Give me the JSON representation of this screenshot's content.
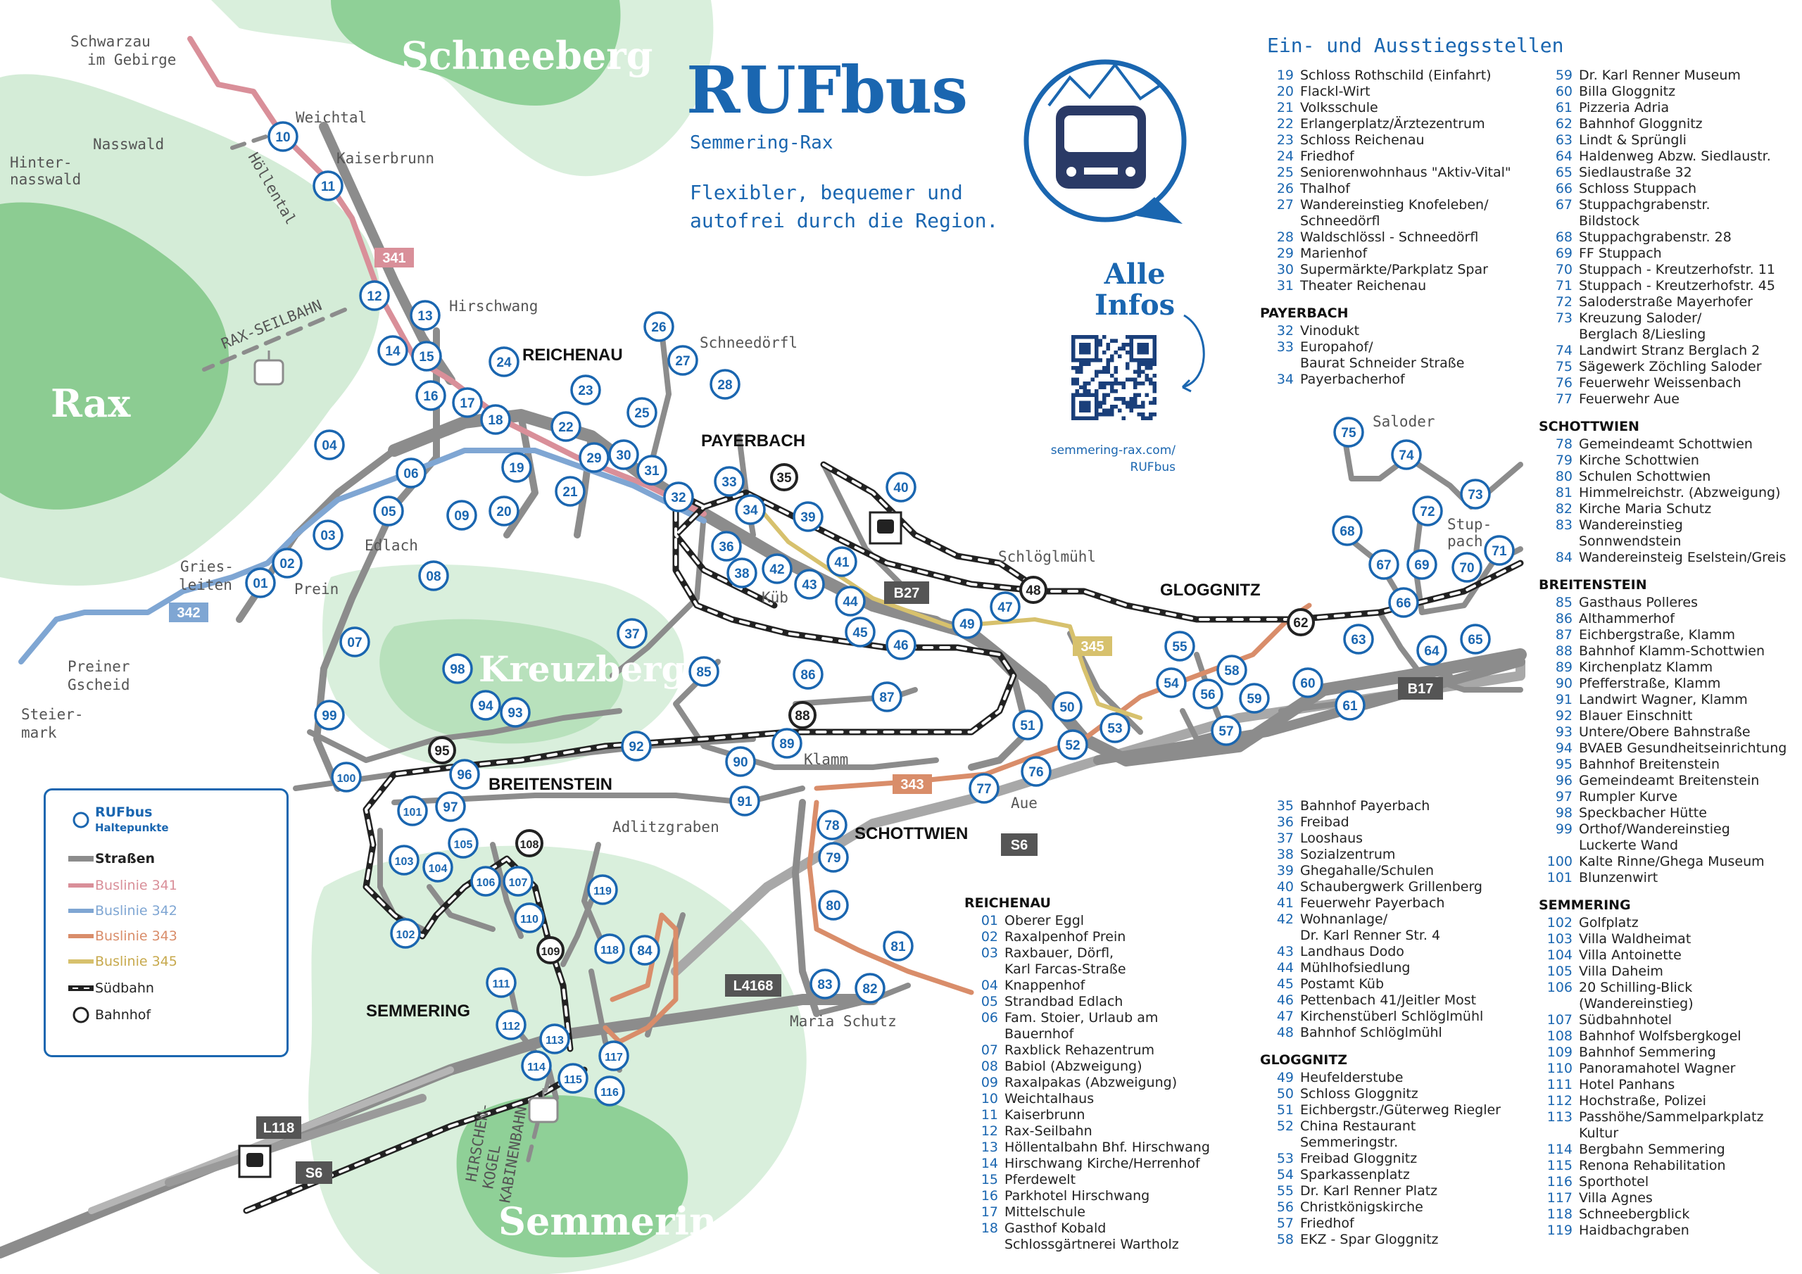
{
  "title": "RUFbus",
  "subtitle": "Semmering-Rax",
  "tagline": [
    "Flexibler, bequemer und",
    "autofrei durch die Region."
  ],
  "info": {
    "heading": [
      "Alle",
      "Infos"
    ],
    "url": [
      "semmering-rax.com/",
      "RUFbus"
    ]
  },
  "list_heading": "Ein- und Ausstiegsstellen",
  "colors": {
    "blue": "#1a66b0",
    "line341": "#d98f99",
    "line342": "#7fa6d3",
    "line343": "#d98d6a",
    "line345": "#d7c16d",
    "road": "#8c8c8c",
    "green": "#8dcf93"
  },
  "legend": {
    "stop_title": "RUFbus",
    "stop_sub": "Haltepunkte",
    "roads": "Straßen",
    "line341": "Buslinie 341",
    "line342": "Buslinie 342",
    "line343": "Buslinie 343",
    "line345": "Buslinie 345",
    "railway": "Südbahn",
    "station": "Bahnhof"
  },
  "map_labels": {
    "mountains": {
      "schneeberg": "Schneeberg",
      "rax": "Rax",
      "kreuzberg": "Kreuzberg",
      "semmering": "Semmering"
    },
    "towns": {
      "reichenau": "REICHENAU",
      "payerbach": "PAYERBACH",
      "gloggnitz": "GLOGGNITZ",
      "breitenstein": "BREITENSTEIN",
      "schottwien": "SCHOTTWIEN",
      "semmering": "SEMMERING"
    },
    "places": {
      "schwarzau": [
        "Schwarzau",
        "im Gebirge"
      ],
      "weichtal": "Weichtal",
      "nasswald": "Nasswald",
      "hinternasswald": [
        "Hinter-",
        "nasswald"
      ],
      "kaiserbrunn": "Kaiserbrunn",
      "hoellental": "Höllental",
      "hirschwang": "Hirschwang",
      "schneedoerfl": "Schneedörfl",
      "raxseilbahn": "RAX-SEILBAHN",
      "edlach": "Edlach",
      "griesleiten": [
        "Gries-",
        "leiten"
      ],
      "prein": "Prein",
      "preinergscheid": [
        "Preiner",
        "Gscheid"
      ],
      "steiermark": [
        "Steier-",
        "mark"
      ],
      "kueb": "Küb",
      "schloeglmuehl": "Schlöglmühl",
      "saloder": "Saloder",
      "stuppach": [
        "Stup-",
        "pach"
      ],
      "klamm": "Klamm",
      "aue": "Aue",
      "adlitzgraben": "Adlitzgraben",
      "mariaschutz": "Maria Schutz",
      "hirschenkogel": [
        "HIRSCHEN-",
        "KOGEL",
        "KABINENBAHN"
      ]
    },
    "roads": {
      "b27": "B27",
      "b17": "B17",
      "s6": "S6",
      "s6b": "S6",
      "l118": "L118",
      "l4168": "L4168",
      "r341": "341",
      "r342": "342",
      "r343": "343",
      "r345": "345"
    }
  },
  "lists": {
    "reichenau_col": {
      "title": "REICHENAU",
      "stops": [
        [
          "01",
          "Oberer Eggl"
        ],
        [
          "02",
          "Raxalpenhof Prein"
        ],
        [
          "03",
          "Raxbauer, Dörfl,"
        ],
        [
          "",
          "Karl Farcas-Straße"
        ],
        [
          "04",
          "Knappenhof"
        ],
        [
          "05",
          "Strandbad Edlach"
        ],
        [
          "06",
          "Fam. Stoier, Urlaub am"
        ],
        [
          "",
          "Bauernhof"
        ],
        [
          "07",
          "Raxblick Rehazentrum"
        ],
        [
          "08",
          "Babiol (Abzweigung)"
        ],
        [
          "09",
          "Raxalpakas (Abzweigung)"
        ],
        [
          "10",
          "Weichtalhaus"
        ],
        [
          "11",
          "Kaiserbrunn"
        ],
        [
          "12",
          "Rax-Seilbahn"
        ],
        [
          "13",
          "Höllentalbahn Bhf. Hirschwang"
        ],
        [
          "14",
          "Hirschwang Kirche/Herrenhof"
        ],
        [
          "15",
          "Pferdewelt"
        ],
        [
          "16",
          "Parkhotel Hirschwang"
        ],
        [
          "17",
          "Mittelschule"
        ],
        [
          "18",
          "Gasthof Kobald"
        ],
        [
          "",
          "Schlossgärtnerei Wartholz"
        ]
      ]
    },
    "col_a": [
      {
        "title": "",
        "stops": [
          [
            "19",
            "Schloss Rothschild (Einfahrt)"
          ],
          [
            "20",
            "Flackl-Wirt"
          ],
          [
            "21",
            "Volksschule"
          ],
          [
            "22",
            "Erlangerplatz/Ärztezentrum"
          ],
          [
            "23",
            "Schloss Reichenau"
          ],
          [
            "24",
            "Friedhof"
          ],
          [
            "25",
            "Seniorenwohnhaus \"Aktiv-Vital\""
          ],
          [
            "26",
            "Thalhof"
          ],
          [
            "27",
            "Wandereinstieg Knofeleben/"
          ],
          [
            "",
            "Schneedörfl"
          ],
          [
            "28",
            "Waldschlössl - Schneedörfl"
          ],
          [
            "29",
            "Marienhof"
          ],
          [
            "30",
            "Supermärkte/Parkplatz Spar"
          ],
          [
            "31",
            "Theater Reichenau"
          ]
        ]
      },
      {
        "title": "PAYERBACH",
        "stops": [
          [
            "32",
            "Vinodukt"
          ],
          [
            "33",
            "Europahof/"
          ],
          [
            "",
            "Baurat Schneider Straße"
          ],
          [
            "34",
            "Payerbacherhof"
          ]
        ]
      }
    ],
    "col_b": [
      {
        "title": "",
        "stops": [
          [
            "35",
            "Bahnhof Payerbach"
          ],
          [
            "36",
            "Freibad"
          ],
          [
            "37",
            "Looshaus"
          ],
          [
            "38",
            "Sozialzentrum"
          ],
          [
            "39",
            "Ghegahalle/Schulen"
          ],
          [
            "40",
            "Schaubergwerk Grillenberg"
          ],
          [
            "41",
            "Feuerwehr Payerbach"
          ],
          [
            "42",
            "Wohnanlage/"
          ],
          [
            "",
            "Dr. Karl Renner Str. 4"
          ],
          [
            "43",
            "Landhaus Dodo"
          ],
          [
            "44",
            "Mühlhofsiedlung"
          ],
          [
            "45",
            "Postamt Küb"
          ],
          [
            "46",
            "Pettenbach 41/Jeitler Most"
          ],
          [
            "47",
            "Kirchenstüberl Schlöglmühl"
          ],
          [
            "48",
            "Bahnhof Schlöglmühl"
          ]
        ]
      },
      {
        "title": "GLOGGNITZ",
        "stops": [
          [
            "49",
            "Heufelderstube"
          ],
          [
            "50",
            "Schloss Gloggnitz"
          ],
          [
            "51",
            "Eichbergstr./Güterweg Riegler"
          ],
          [
            "52",
            "China Restaurant"
          ],
          [
            "",
            "Semmeringstr."
          ],
          [
            "53",
            "Freibad Gloggnitz"
          ],
          [
            "54",
            "Sparkassenplatz"
          ],
          [
            "55",
            "Dr. Karl Renner Platz"
          ],
          [
            "56",
            "Christkönigskirche"
          ],
          [
            "57",
            "Friedhof"
          ],
          [
            "58",
            "EKZ - Spar Gloggnitz"
          ]
        ]
      }
    ],
    "col_c": [
      {
        "title": "",
        "stops": [
          [
            "59",
            "Dr. Karl Renner Museum"
          ],
          [
            "60",
            "Billa Gloggnitz"
          ],
          [
            "61",
            "Pizzeria Adria"
          ],
          [
            "62",
            "Bahnhof Gloggnitz"
          ],
          [
            "63",
            "Lindt & Sprüngli"
          ],
          [
            "64",
            "Haldenweg Abzw. Siedlaustr."
          ],
          [
            "65",
            "Siedlaustraße 32"
          ],
          [
            "66",
            "Schloss Stuppach"
          ],
          [
            "67",
            "Stuppachgrabenstr."
          ],
          [
            "",
            "Bildstock"
          ],
          [
            "68",
            "Stuppachgrabenstr. 28"
          ],
          [
            "69",
            "FF Stuppach"
          ],
          [
            "70",
            "Stuppach - Kreutzerhofstr. 11"
          ],
          [
            "71",
            "Stuppach - Kreutzerhofstr. 45"
          ],
          [
            "72",
            "Saloderstraße Mayerhofer"
          ],
          [
            "73",
            "Kreuzung Saloder/"
          ],
          [
            "",
            "Berglach 8/Liesling"
          ],
          [
            "74",
            "Landwirt Stranz Berglach 2"
          ],
          [
            "75",
            "Sägewerk Zöchling Saloder"
          ],
          [
            "76",
            "Feuerwehr Weissenbach"
          ],
          [
            "77",
            "Feuerwehr Aue"
          ]
        ]
      },
      {
        "title": "SCHOTTWIEN",
        "stops": [
          [
            "78",
            "Gemeindeamt Schottwien"
          ],
          [
            "79",
            "Kirche Schottwien"
          ],
          [
            "80",
            "Schulen Schottwien"
          ],
          [
            "81",
            "Himmelreichstr. (Abzweigung)"
          ],
          [
            "82",
            "Kirche Maria Schutz"
          ],
          [
            "83",
            "Wandereinstieg"
          ],
          [
            "",
            "Sonnwendstein"
          ],
          [
            "84",
            "Wandereinsteig Eselstein/Greis"
          ]
        ]
      },
      {
        "title": "BREITENSTEIN",
        "stops": [
          [
            "85",
            "Gasthaus Polleres"
          ],
          [
            "86",
            "Althammerhof"
          ],
          [
            "87",
            "Eichbergstraße, Klamm"
          ],
          [
            "88",
            "Bahnhof Klamm-Schottwien"
          ],
          [
            "89",
            "Kirchenplatz Klamm"
          ],
          [
            "90",
            "Pfefferstraße, Klamm"
          ],
          [
            "91",
            "Landwirt Wagner, Klamm"
          ],
          [
            "92",
            "Blauer Einschnitt"
          ],
          [
            "93",
            "Untere/Obere Bahnstraße"
          ],
          [
            "94",
            "BVAEB Gesundheitseinrichtung"
          ],
          [
            "95",
            "Bahnhof Breitenstein"
          ],
          [
            "96",
            "Gemeindeamt Breitenstein"
          ],
          [
            "97",
            "Rumpler Kurve"
          ],
          [
            "98",
            "Speckbacher Hütte"
          ],
          [
            "99",
            "Orthof/Wandereinstieg"
          ],
          [
            "",
            "Luckerte Wand"
          ],
          [
            "100",
            "Kalte Rinne/Ghega Museum"
          ],
          [
            "101",
            "Blunzenwirt"
          ]
        ]
      },
      {
        "title": "SEMMERING",
        "stops": [
          [
            "102",
            "Golfplatz"
          ],
          [
            "103",
            "Villa Waldheimat"
          ],
          [
            "104",
            "Villa Antoinette"
          ],
          [
            "105",
            "Villa Daheim"
          ],
          [
            "106",
            "20 Schilling-Blick"
          ],
          [
            "",
            "(Wandereinstieg)"
          ],
          [
            "107",
            "Südbahnhotel"
          ],
          [
            "108",
            "Bahnhof Wolfsbergkogel"
          ],
          [
            "109",
            "Bahnhof Semmering"
          ],
          [
            "110",
            "Panoramahotel Wagner"
          ],
          [
            "111",
            "Hotel Panhans"
          ],
          [
            "112",
            "Hochstraße, Polizei"
          ],
          [
            "113",
            "Passhöhe/Sammelparkplatz"
          ],
          [
            "",
            "Kultur"
          ],
          [
            "114",
            "Bergbahn Semmering"
          ],
          [
            "115",
            "Renona Rehabilitation"
          ],
          [
            "116",
            "Sporthotel"
          ],
          [
            "117",
            "Villa Agnes"
          ],
          [
            "118",
            "Schneebergblick"
          ],
          [
            "119",
            "Haidbachgraben"
          ]
        ]
      }
    ]
  }
}
